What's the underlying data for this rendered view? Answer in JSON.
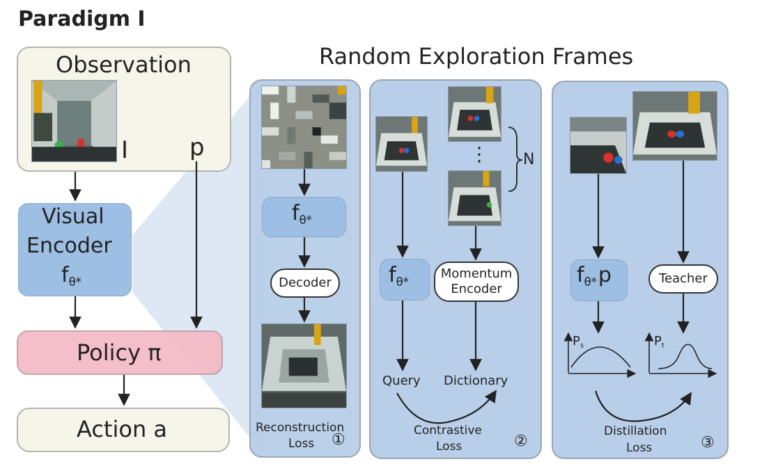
{
  "title": "Paradigm I",
  "frames_title": "Random Exploration Frames",
  "left": {
    "observation": "Observation",
    "image_label": "I",
    "proprio_label": "p",
    "visual_encoder_line1": "Visual",
    "visual_encoder_line2": "Encoder",
    "encoder_symbol": "f",
    "encoder_sub": "θ*",
    "policy": "Policy π",
    "action": "Action a"
  },
  "panel1": {
    "encoder_symbol": "f",
    "encoder_sub": "θ*",
    "decoder": "Decoder",
    "loss_line1": "Reconstruction",
    "loss_line2": "Loss",
    "index": "①"
  },
  "panel2": {
    "encoder_symbol": "f",
    "encoder_sub": "θ*",
    "momentum_line1": "Momentum",
    "momentum_line2": "Encoder",
    "ellipsis": "⋮",
    "n_label": "N",
    "query": "Query",
    "dictionary": "Dictionary",
    "loss_line1": "Contrastive",
    "loss_line2": "Loss",
    "index": "②"
  },
  "panel3": {
    "encoder_symbol": "f",
    "encoder_sub": "θ*",
    "encoder_p": "p",
    "teacher": "Teacher",
    "ps_main": "P",
    "ps_sub": "s",
    "pt_main": "P",
    "pt_sub": "t",
    "loss_line1": "Distillation",
    "loss_line2": "Loss",
    "index": "③"
  },
  "colors": {
    "panel_blue": "#b9cfe9",
    "encoder_blue": "#9dbfe3",
    "policy_pink": "#f4b9c6",
    "cream": "#f6f5ea",
    "arrow": "#222222"
  }
}
